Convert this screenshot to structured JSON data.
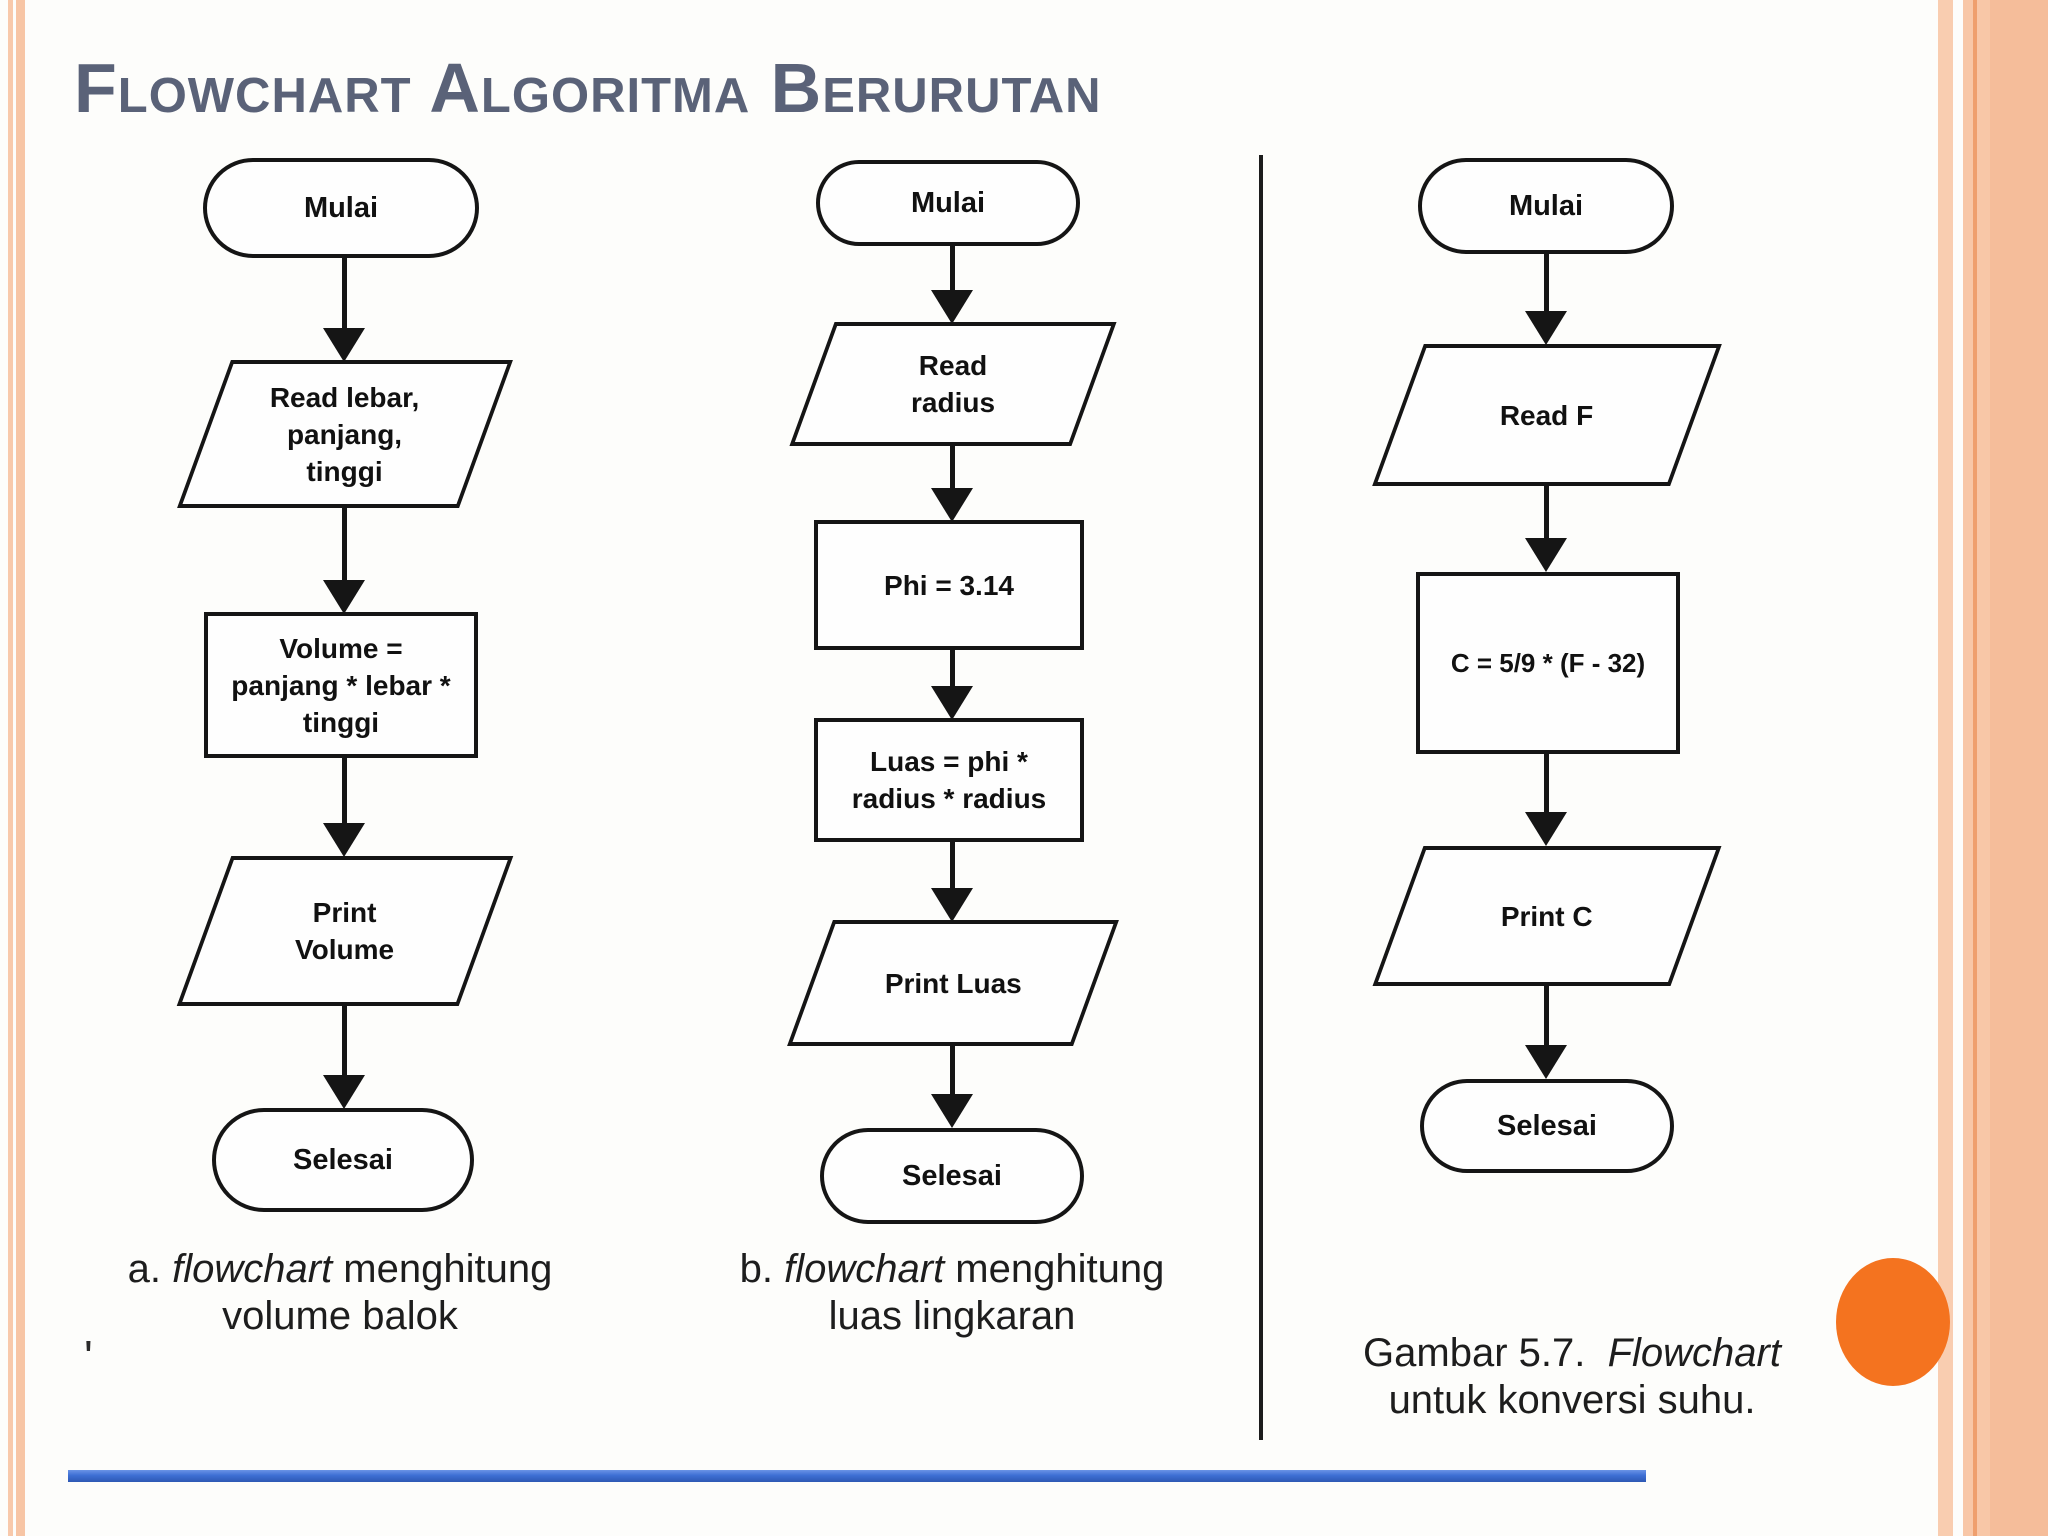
{
  "title": "Flowchart Algoritma Berurutan",
  "flowcharts": {
    "a": {
      "nodes": {
        "start": "Mulai",
        "input": "Read lebar,\npanjang,\ntinggi",
        "process": "Volume =\npanjang * lebar *\ntinggi",
        "output": "Print\nVolume",
        "end": "Selesai"
      },
      "caption": {
        "lead": "a. ",
        "italic": "flowchart",
        "rest": " menghitung",
        "line2": "volume balok"
      }
    },
    "b": {
      "nodes": {
        "start": "Mulai",
        "input": "Read\nradius",
        "process1": "Phi = 3.14",
        "process2": "Luas = phi *\nradius * radius",
        "output": "Print Luas",
        "end": "Selesai"
      },
      "caption": {
        "lead": "b. ",
        "italic": "flowchart",
        "rest": " menghitung",
        "line2": "luas lingkaran"
      }
    },
    "c": {
      "nodes": {
        "start": "Mulai",
        "input": "Read F",
        "process": "C = 5/9 * (F - 32)",
        "output": "Print C",
        "end": "Selesai"
      },
      "caption": {
        "lead": "Gambar 5.7.  ",
        "italic": "Flowchart",
        "rest": "",
        "line2": "untuk konversi suhu."
      }
    }
  },
  "decorations": {
    "stray_mark": "'",
    "colors": {
      "accent_blue": "#3e6fd4",
      "accent_orange": "#f4731f",
      "border_peach_light": "#f9cdb0",
      "border_peach": "#f8c7a7",
      "border_peach_deep": "#f5bd9a",
      "border_accent_line": "#ef9f6d",
      "title": "#5a6278",
      "ink": "#151515"
    }
  }
}
